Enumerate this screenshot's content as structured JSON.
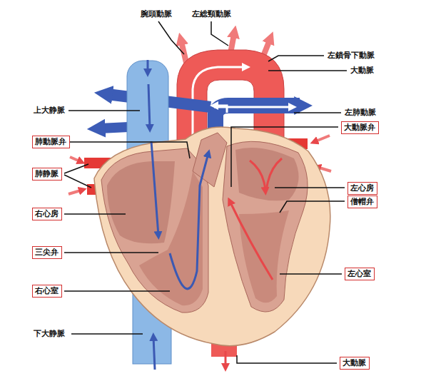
{
  "diagram": {
    "nodes": [
      {
        "text": [
          "大動脈弁"
        ]
      },
      {
        "text": [
          "肺動脈弁"
        ]
      },
      {
        "text": [
          "肺静脈"
        ]
      },
      {
        "text": [
          "左心房"
        ]
      },
      {
        "text": [
          "僧帽弁"
        ]
      },
      {
        "text": [
          "右心房"
        ]
      },
      {
        "text": [
          "三尖弁"
        ]
      },
      {
        "text": [
          "左心室"
        ]
      },
      {
        "text": [
          "右心室"
        ]
      },
      {
        "text": [
          "大動脈"
        ]
      }
    ],
    "labels": [
      "腕頭動脈",
      "左総頸動脈",
      "左鎖骨下動脈",
      "大動脈",
      "上大静脈",
      "左肺動脈",
      "下大静脈"
    ]
  }
}
